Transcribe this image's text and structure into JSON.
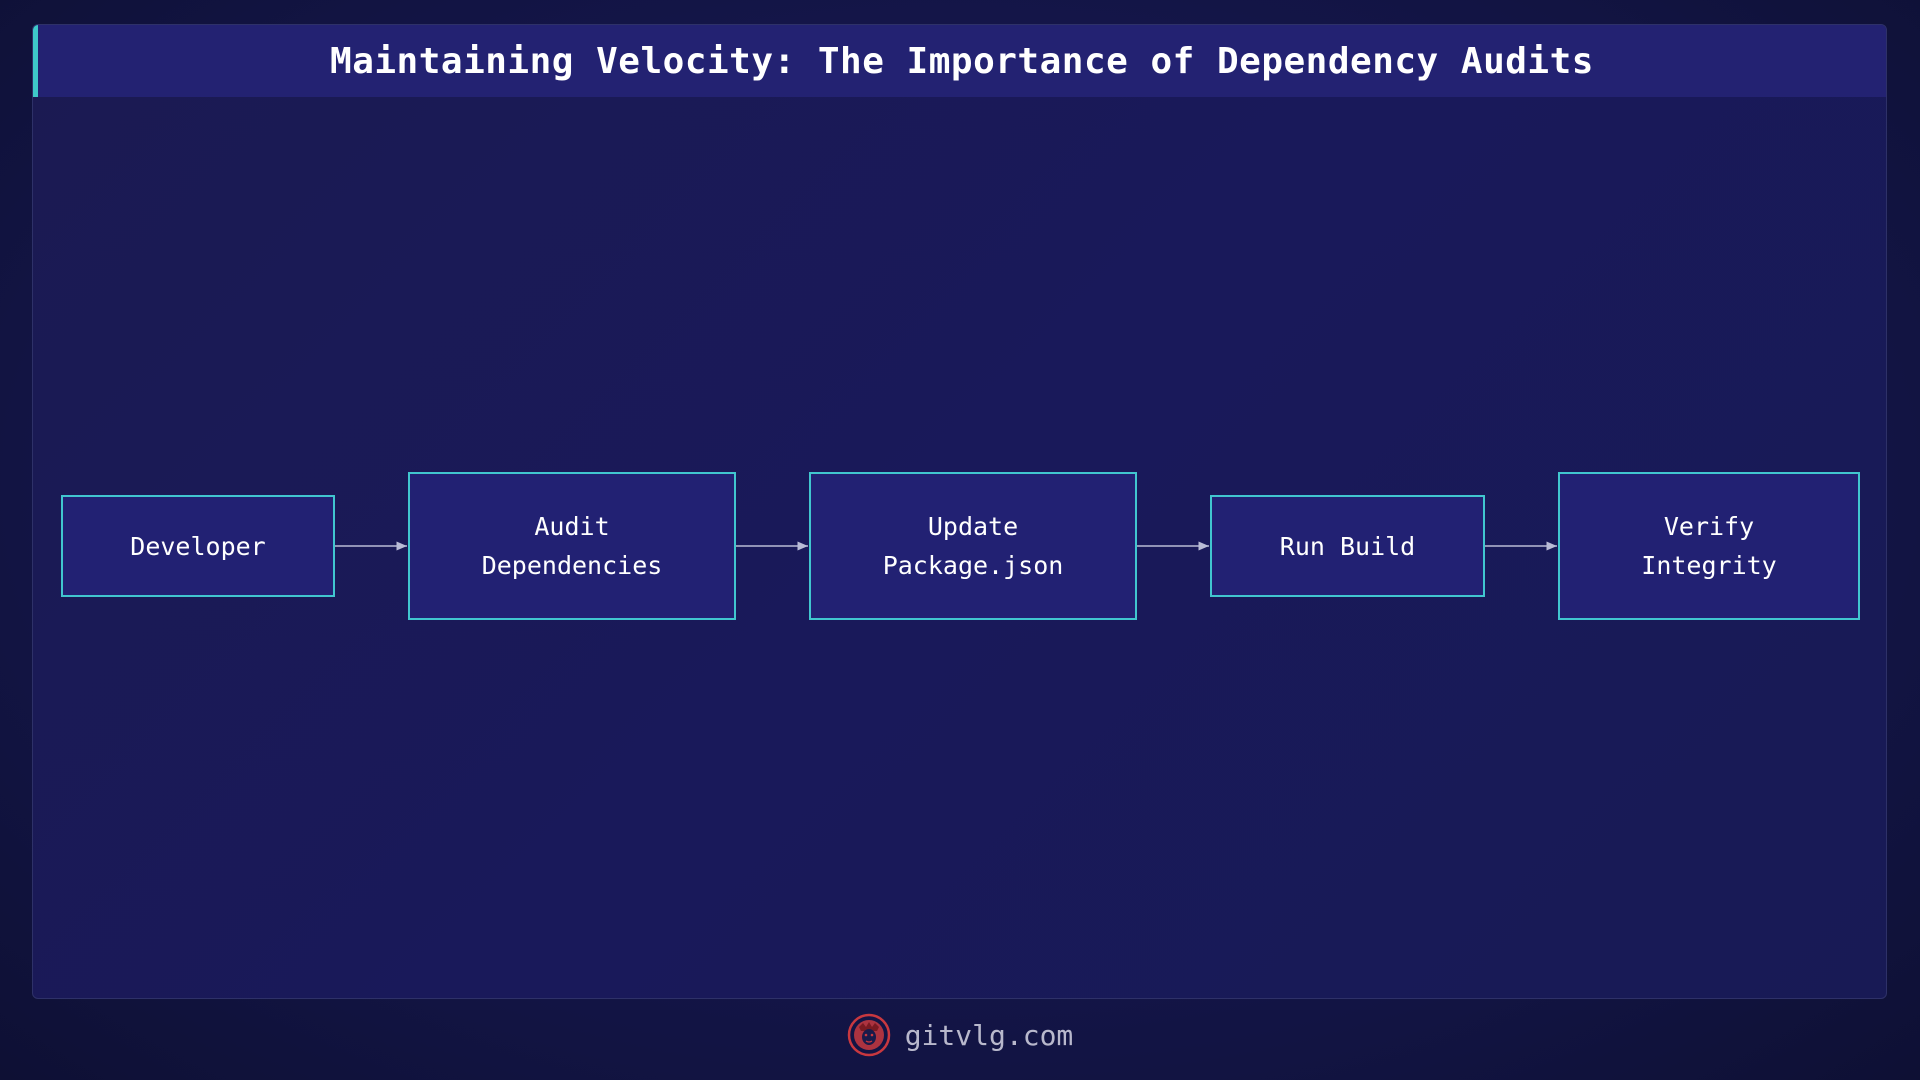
{
  "title": "Maintaining Velocity: The Importance of Dependency Audits",
  "colors": {
    "background": "#121443",
    "title_bar": "#232272",
    "title_accent": "#3ec9c9",
    "node_fill": "#222173",
    "node_border": "#41c6cf",
    "arrow": "#b9bcd6",
    "logo": "#c8383f"
  },
  "nodes": [
    {
      "id": "developer",
      "label": "Developer"
    },
    {
      "id": "audit",
      "label": "Audit\nDependencies"
    },
    {
      "id": "update",
      "label": "Update\nPackage.json"
    },
    {
      "id": "build",
      "label": "Run Build"
    },
    {
      "id": "verify",
      "label": "Verify\nIntegrity"
    }
  ],
  "edges": [
    {
      "from": "developer",
      "to": "audit"
    },
    {
      "from": "audit",
      "to": "update"
    },
    {
      "from": "update",
      "to": "build"
    },
    {
      "from": "build",
      "to": "verify"
    }
  ],
  "footer": {
    "site": "gitvlg.com",
    "logo_icon": "lion-logo-icon"
  }
}
